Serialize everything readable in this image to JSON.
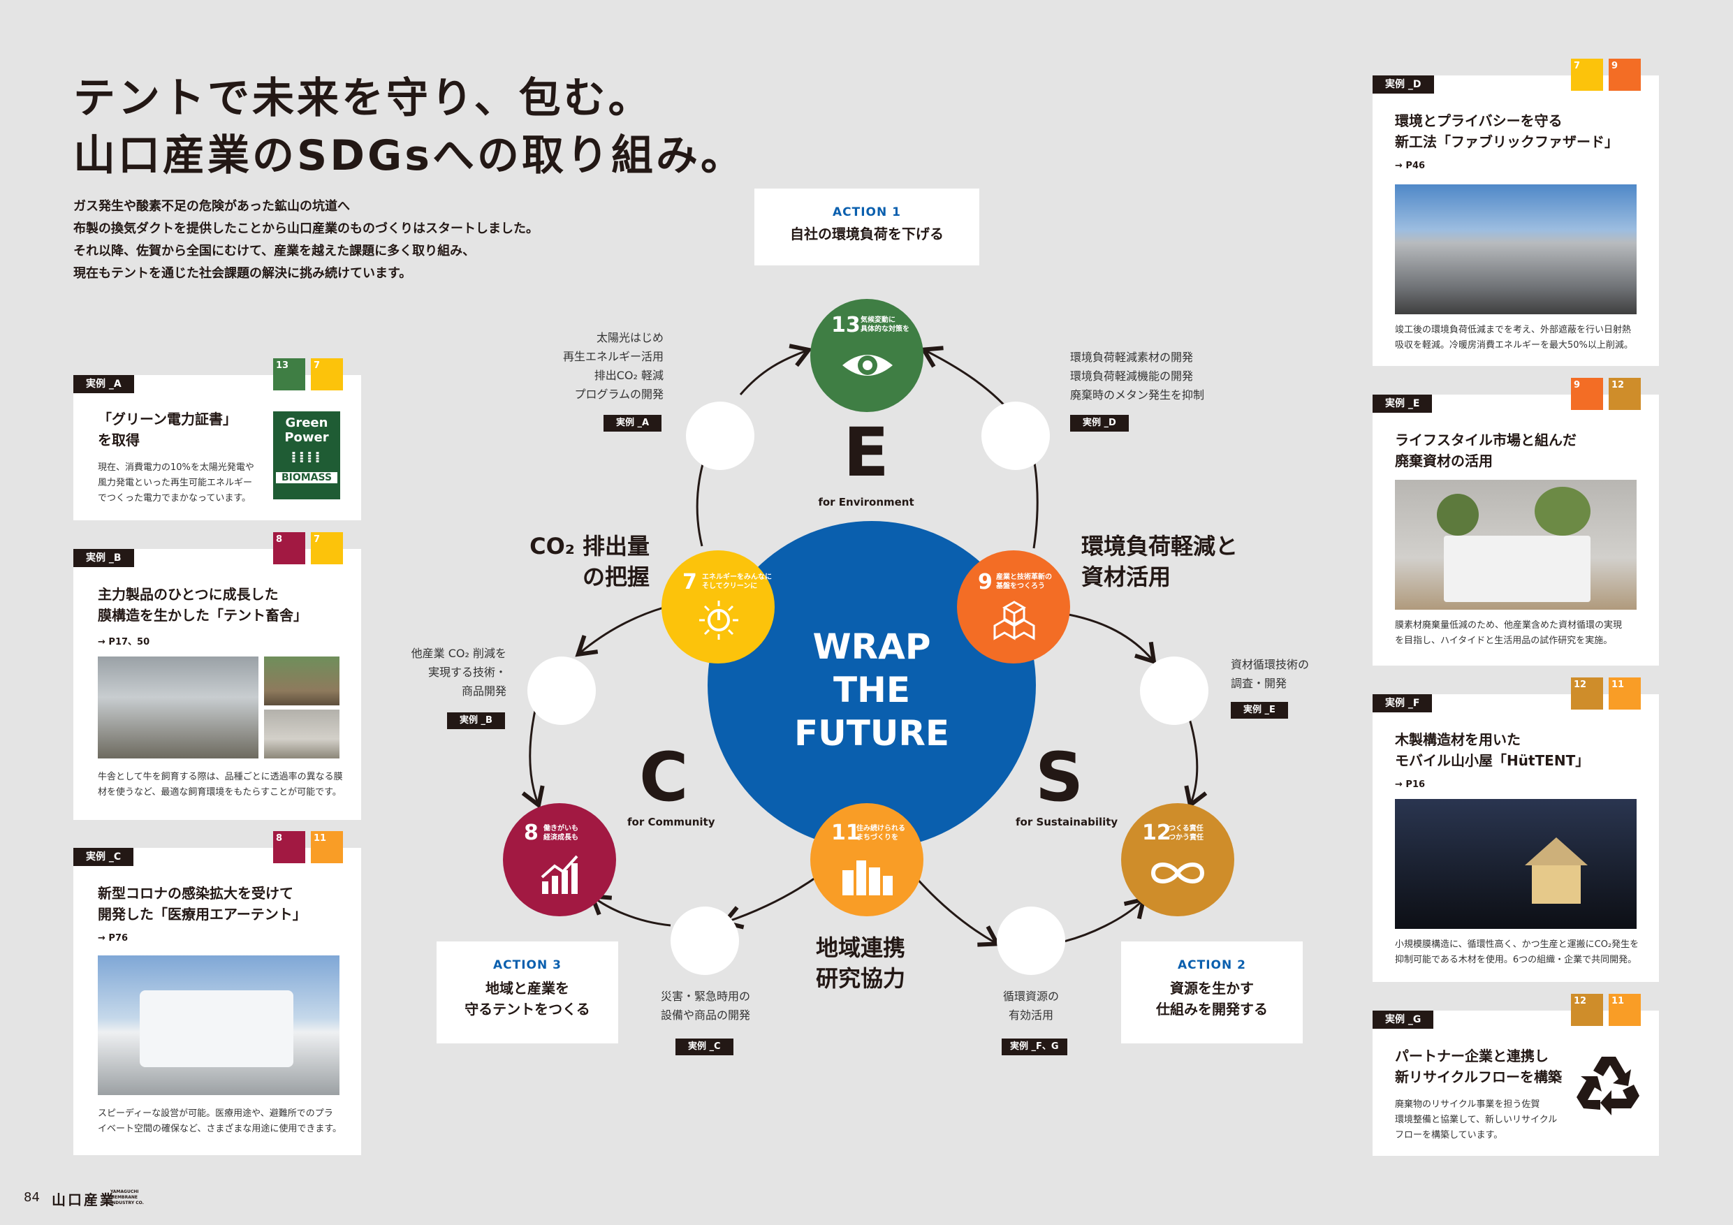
{
  "header": {
    "title_line1": "テントで未来を守り、包む。",
    "title_line2": "山口産業のSDGsへの取り組み。",
    "intro": [
      "ガス発生や酸素不足の危険があった鉱山の坑道へ",
      "布製の換気ダクトを提供したことから山口産業のものづくりはスタートしました。",
      "それ以降、佐賀から全国にむけて、産業を越えた課題に多く取り組み、",
      "現在もテントを通じた社会課題の解決に挑み続けています。"
    ]
  },
  "cases": [
    {
      "tag": "実例 _A",
      "title1": "「グリーン電力証書」",
      "title2": "を取得",
      "page": "",
      "desc1": "現在、消費電力の10%を太陽光発電や",
      "desc2": "風力発電といった再生可能エネルギー",
      "desc3": "でつくった電力でまかなっています。",
      "icons": [
        "13",
        "7"
      ],
      "logo": {
        "l1": "Green",
        "l2": "Power",
        "l3": "BIOMASS"
      }
    },
    {
      "tag": "実例 _B",
      "title1": "主力製品のひとつに成長した",
      "title2": "膜構造を生かした「テント畜舎」",
      "page": "→ P17、50",
      "desc1": "牛舎として牛を飼育する際は、品種ごとに透過率の異なる膜",
      "desc2": "材を使うなど、最適な飼育環境をもたらすことが可能です。",
      "icons": [
        "8",
        "7"
      ]
    },
    {
      "tag": "実例 _C",
      "title1": "新型コロナの感染拡大を受けて",
      "title2": "開発した「医療用エアーテント」",
      "page": "→ P76",
      "desc1": "スピーディーな設営が可能。医療用途や、避難所でのプラ",
      "desc2": "イベート空間の確保など、さまざまな用途に使用できます。",
      "icons": [
        "8",
        "11"
      ]
    },
    {
      "tag": "実例 _D",
      "title1": "環境とプライバシーを守る",
      "title2": "新工法「ファブリックファザード」",
      "page": "→ P46",
      "desc1": "竣工後の環境負荷低減までを考え、外部遮蔽を行い日射熱",
      "desc2": "吸収を軽減。冷暖房消費エネルギーを最大50%以上削減。",
      "icons": [
        "7",
        "9"
      ]
    },
    {
      "tag": "実例 _E",
      "title1": "ライフスタイル市場と組んだ",
      "title2": "廃棄資材の活用",
      "page": "",
      "desc1": "膜素材廃棄量低減のため、他産業含めた資材循環の実現",
      "desc2": "を目指し、ハイタイドと生活用品の試作研究を実施。",
      "icons": [
        "9",
        "12"
      ]
    },
    {
      "tag": "実例 _F",
      "title1": "木製構造材を用いた",
      "title2": "モバイル山小屋「HütTENT」",
      "page": "→ P16",
      "desc1": "小規模膜構造に、循環性高く、かつ生産と運搬にCO₂発生を",
      "desc2": "抑制可能である木材を使用。6つの組織・企業で共同開発。",
      "icons": [
        "12",
        "11"
      ]
    },
    {
      "tag": "実例 _G",
      "title1": "パートナー企業と連携し",
      "title2": "新リサイクルフローを構築",
      "page": "",
      "desc1": "廃棄物のリサイクル事業を担う佐賀",
      "desc2": "環境整備と協業して、新しいリサイクル",
      "desc3": "フローを構築しています。",
      "icons": [
        "12",
        "11"
      ]
    }
  ],
  "center": {
    "l1": "WRAP",
    "l2": "THE",
    "l3": "FUTURE"
  },
  "letters": {
    "e": "E",
    "e_for": "for Environment",
    "c": "C",
    "c_for": "for Community",
    "s": "S",
    "s_for": "for Sustainability"
  },
  "actions": [
    {
      "key": "ACTION 1",
      "text1": "自社の環境負荷を下げる",
      "text2": ""
    },
    {
      "key": "ACTION 2",
      "text1": "資源を生かす",
      "text2": "仕組みを開発する"
    },
    {
      "key": "ACTION 3",
      "text1": "地域と産業を",
      "text2": "守るテントをつくる"
    }
  ],
  "themes": {
    "co2_1": "CO₂ 排出量",
    "co2_2": "の把握",
    "env_1": "環境負荷軽減と",
    "env_2": "資材活用",
    "loc_1": "地域連携",
    "loc_2": "研究協力"
  },
  "labels": {
    "a": [
      "太陽光はじめ",
      "再生エネルギー活用",
      "排出CO₂ 軽減",
      "プログラムの開発"
    ],
    "d": [
      "環境負荷軽減素材の開発",
      "環境負荷軽減機能の開発",
      "廃棄時のメタン発生を抑制"
    ],
    "b": [
      "他産業 CO₂ 削減を",
      "実現する技術・",
      "商品開発"
    ],
    "e": [
      "資材循環技術の",
      "調査・開発"
    ],
    "c": [
      "災害・緊急時用の",
      "設備や商品の開発"
    ],
    "fg": [
      "循環資源の",
      "有効活用"
    ]
  },
  "pills": {
    "a": "実例 _A",
    "d": "実例 _D",
    "b": "実例 _B",
    "e": "実例 _E",
    "c": "実例 _C",
    "fg": "実例 _F、G"
  },
  "goals": {
    "g13": {
      "num": "13",
      "t1": "気候変動に",
      "t2": "具体的な対策を"
    },
    "g7": {
      "num": "7",
      "t1": "エネルギーをみんなに",
      "t2": "そしてクリーンに"
    },
    "g9": {
      "num": "9",
      "t1": "産業と技術革新の",
      "t2": "基盤をつくろう"
    },
    "g8": {
      "num": "8",
      "t1": "働きがいも",
      "t2": "経済成長も"
    },
    "g11": {
      "num": "11",
      "t1": "住み続けられる",
      "t2": "まちづくりを"
    },
    "g12": {
      "num": "12",
      "t1": "つくる責任",
      "t2": "つかう責任"
    }
  },
  "footer": {
    "page": "84",
    "company": "山口産業",
    "sub1": "YAMAGUCHI",
    "sub2": "MEMBRANE",
    "sub3": "INDUSTRY CO."
  },
  "colors": {
    "g13": "#3f7e44",
    "g7": "#fcc30b",
    "g9": "#f36d25",
    "g8": "#a21942",
    "g11": "#f99d26",
    "g12": "#cf8d2a",
    "center": "#0a5fae"
  }
}
